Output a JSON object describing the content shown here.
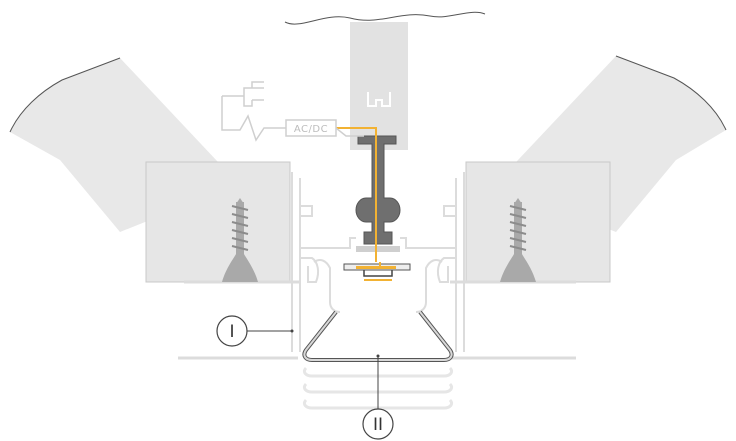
{
  "driver": {
    "label": "AC/DC"
  },
  "callouts": [
    {
      "id": "I",
      "label": "I"
    },
    {
      "id": "II",
      "label": "II"
    }
  ],
  "colors": {
    "background": "#ffffff",
    "panel_fill": "#e7e7e7",
    "panel_stroke": "#d0d0d0",
    "profile_stroke": "#d9d9d9",
    "screw": "#a9a9a9",
    "bracket_dark": "#6f6f6f",
    "bracket_light": "#cfcfcf",
    "wire": "#f2b233",
    "callout_line": "#444444"
  },
  "icons": [
    "plug-icon",
    "screw-icon",
    "led-strip-icon"
  ]
}
